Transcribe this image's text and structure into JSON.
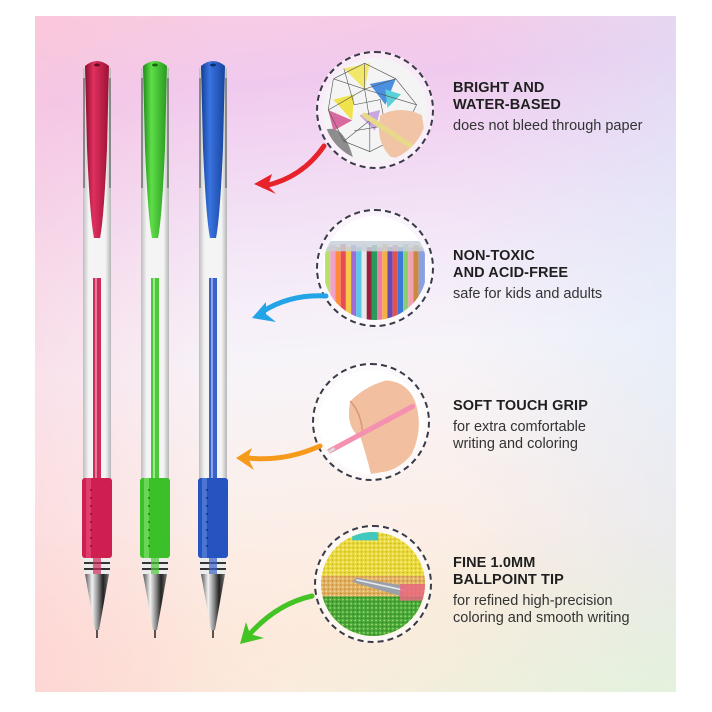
{
  "colors": {
    "pen_red": "#c8194a",
    "pen_green": "#3cbf2a",
    "pen_blue": "#1f55c4",
    "arrow_red": "#e8222a",
    "arrow_blue": "#22a4e6",
    "arrow_orange": "#f59a1a",
    "arrow_green": "#44c424",
    "text_dark": "#1f1f1f"
  },
  "pens": [
    {
      "color_name": "red"
    },
    {
      "color_name": "green"
    },
    {
      "color_name": "blue"
    }
  ],
  "features": [
    {
      "title_line1": "BRIGHT AND",
      "title_line2": "WATER-BASED",
      "desc_line1": "does not bleed through paper",
      "desc_line2": "",
      "image": "geometric-coloring-illustration",
      "arrow_color": "red"
    },
    {
      "title_line1": "NON-TOXIC",
      "title_line2": "AND ACID-FREE",
      "desc_line1": "safe for kids and adults",
      "desc_line2": "",
      "image": "refill-bundle",
      "arrow_color": "blue"
    },
    {
      "title_line1": "SOFT TOUCH GRIP",
      "title_line2": "",
      "desc_line1": "for extra comfortable",
      "desc_line2": "writing and coloring",
      "image": "hand-holding-pen",
      "arrow_color": "orange"
    },
    {
      "title_line1": "FINE 1.0MM",
      "title_line2": "BALLPOINT TIP",
      "desc_line1": "for refined high-precision",
      "desc_line2": "coloring and smooth writing",
      "image": "pen-tip-on-glitter",
      "arrow_color": "green"
    }
  ]
}
